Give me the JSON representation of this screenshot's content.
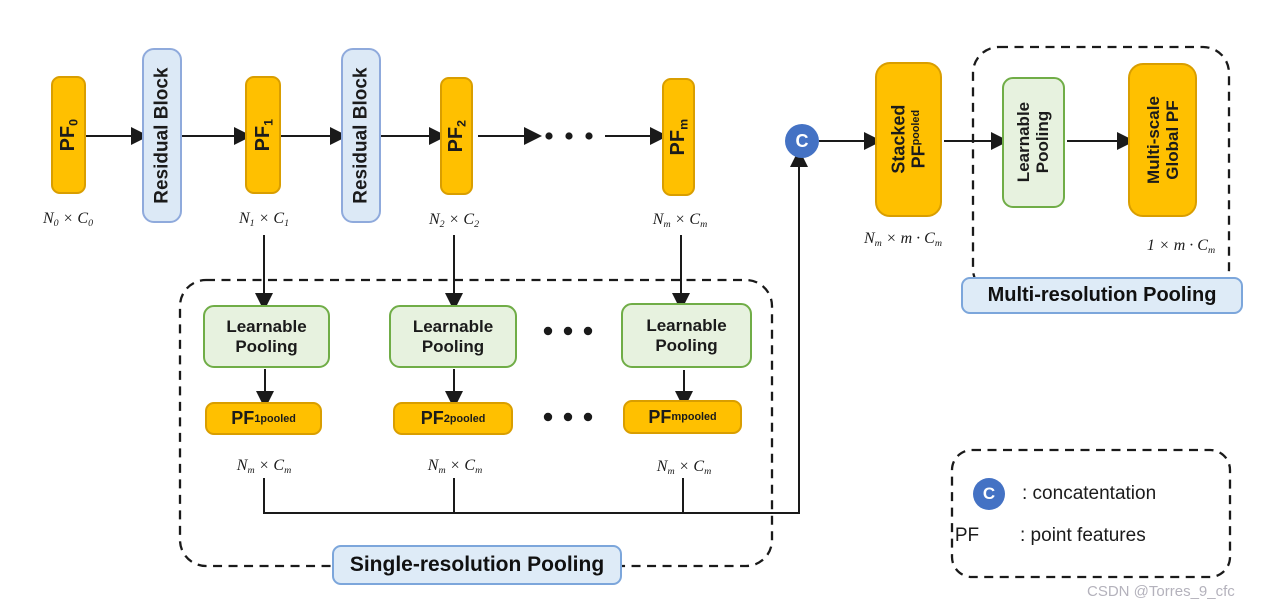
{
  "colors": {
    "box_orange_fill": "#FFC000",
    "box_orange_border": "#D99E00",
    "box_blue_fill": "#DCE9F6",
    "box_blue_border": "#8FAADC",
    "box_green_fill": "#E7F2DF",
    "box_green_border": "#70AD47",
    "label_tag_fill": "#DEEBF7",
    "label_tag_border": "#7CA6DB",
    "concat_circle_blue": "#4472C4",
    "connector_black": "#1A1A1A",
    "watermark_gray": "#B4B2BC"
  },
  "top_row": {
    "pf0": [
      {
        "t": "PF"
      },
      {
        "t": "0",
        "s": "sub"
      }
    ],
    "residual_block": "Residual Block",
    "pf1": [
      {
        "t": "PF"
      },
      {
        "t": "1",
        "s": "sub"
      }
    ],
    "pf2": [
      {
        "t": "PF"
      },
      {
        "t": "2",
        "s": "sub"
      }
    ],
    "pfm": [
      {
        "t": "PF"
      },
      {
        "t": "m",
        "s": "sub"
      }
    ],
    "dim_pf0": [
      {
        "t": "N"
      },
      {
        "t": "0",
        "s": "sub"
      },
      {
        "t": " × "
      },
      {
        "t": "C"
      },
      {
        "t": "0",
        "s": "sub"
      }
    ],
    "dim_pf1": [
      {
        "t": "N"
      },
      {
        "t": "1",
        "s": "sub"
      },
      {
        "t": " × "
      },
      {
        "t": "C"
      },
      {
        "t": "1",
        "s": "sub"
      }
    ],
    "dim_pf2": [
      {
        "t": "N"
      },
      {
        "t": "2",
        "s": "sub"
      },
      {
        "t": " × "
      },
      {
        "t": "C"
      },
      {
        "t": "2",
        "s": "sub"
      }
    ],
    "dim_pfm": [
      {
        "t": "N"
      },
      {
        "t": "m",
        "s": "sub"
      },
      {
        "t": " × "
      },
      {
        "t": "C"
      },
      {
        "t": "m",
        "s": "sub"
      }
    ]
  },
  "concat": {
    "label": "C"
  },
  "stacked": {
    "line1": "Stacked",
    "line2": [
      {
        "t": "PF"
      },
      {
        "t": "pooled",
        "s": "sup"
      }
    ],
    "dim": [
      {
        "t": "N"
      },
      {
        "t": "m",
        "s": "sub"
      },
      {
        "t": " × "
      },
      {
        "t": "m"
      },
      {
        "t": " · "
      },
      {
        "t": "C"
      },
      {
        "t": "m",
        "s": "sub"
      }
    ]
  },
  "multi_res": {
    "title": "Multi-resolution Pooling",
    "pooling": {
      "line1": "Learnable",
      "line2": "Pooling"
    },
    "global_pf": {
      "line1": "Multi-scale",
      "line2": "Global PF"
    },
    "dim": [
      {
        "t": "1 × "
      },
      {
        "t": "m"
      },
      {
        "t": " · "
      },
      {
        "t": "C"
      },
      {
        "t": "m",
        "s": "sub"
      }
    ]
  },
  "single_res": {
    "title": "Single-resolution Pooling",
    "pooling": {
      "line1": "Learnable",
      "line2": "Pooling"
    },
    "pf1_pooled": [
      {
        "t": "PF"
      },
      {
        "t": "1",
        "s": "sub"
      },
      {
        "t": "pooled",
        "s": "sup"
      }
    ],
    "pf2_pooled": [
      {
        "t": "PF"
      },
      {
        "t": "2",
        "s": "sub"
      },
      {
        "t": "pooled",
        "s": "sup"
      }
    ],
    "pfm_pooled": [
      {
        "t": "PF"
      },
      {
        "t": "m",
        "s": "sub"
      },
      {
        "t": "pooled",
        "s": "sup"
      }
    ],
    "dim": [
      {
        "t": "N"
      },
      {
        "t": "m",
        "s": "sub"
      },
      {
        "t": " × "
      },
      {
        "t": "C"
      },
      {
        "t": "m",
        "s": "sub"
      }
    ]
  },
  "legend": {
    "c_symbol": "C",
    "c_desc": ": concatentation",
    "pf_symbol": "PF",
    "pf_desc": ": point features"
  },
  "watermark": "CSDN @Torres_9_cfc"
}
